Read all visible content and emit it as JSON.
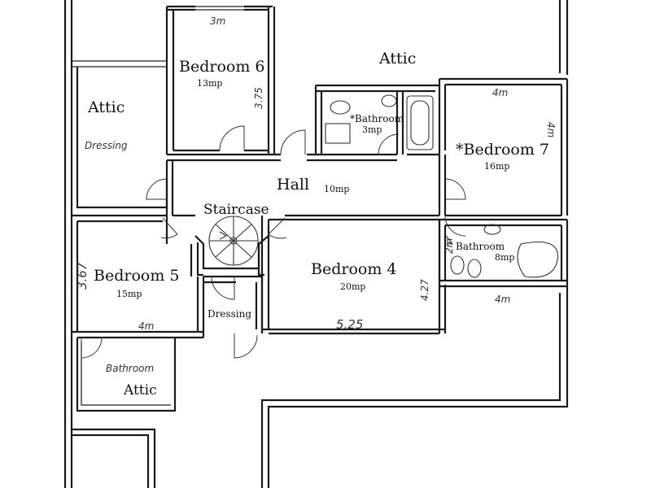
{
  "rooms": {
    "bedroom6": {
      "name": "Bedroom 6",
      "area": "13mp",
      "dim_top": "3m",
      "dim_side": "3.75"
    },
    "attic_top": {
      "name": "Attic"
    },
    "attic_left": {
      "name": "Attic",
      "note": "Dressing"
    },
    "bathroom_top": {
      "name": "*Bathroom",
      "area": "3mp"
    },
    "bedroom7": {
      "name": "*Bedroom 7",
      "area": "16mp",
      "dim_top": "4m",
      "dim_side": "4m"
    },
    "hall": {
      "name": "Hall",
      "area": "10mp"
    },
    "staircase": {
      "name": "Staircase"
    },
    "bathroom_right": {
      "name": "Bathroom",
      "area": "8mp",
      "dim_side": "2m"
    },
    "bedroom5": {
      "name": "Bedroom 5",
      "area": "15mp",
      "dim_side": "3.67",
      "dim_bottom": "4m"
    },
    "bedroom4": {
      "name": "Bedroom 4",
      "area": "20mp",
      "dim_side": "4.27",
      "dim_bottom": "5.25"
    },
    "dressing": {
      "name": "Dressing"
    },
    "bathroom_bottom": {
      "name": "Bathroom"
    },
    "attic_bottom": {
      "name": "Attic"
    },
    "right_dim": "4m"
  }
}
